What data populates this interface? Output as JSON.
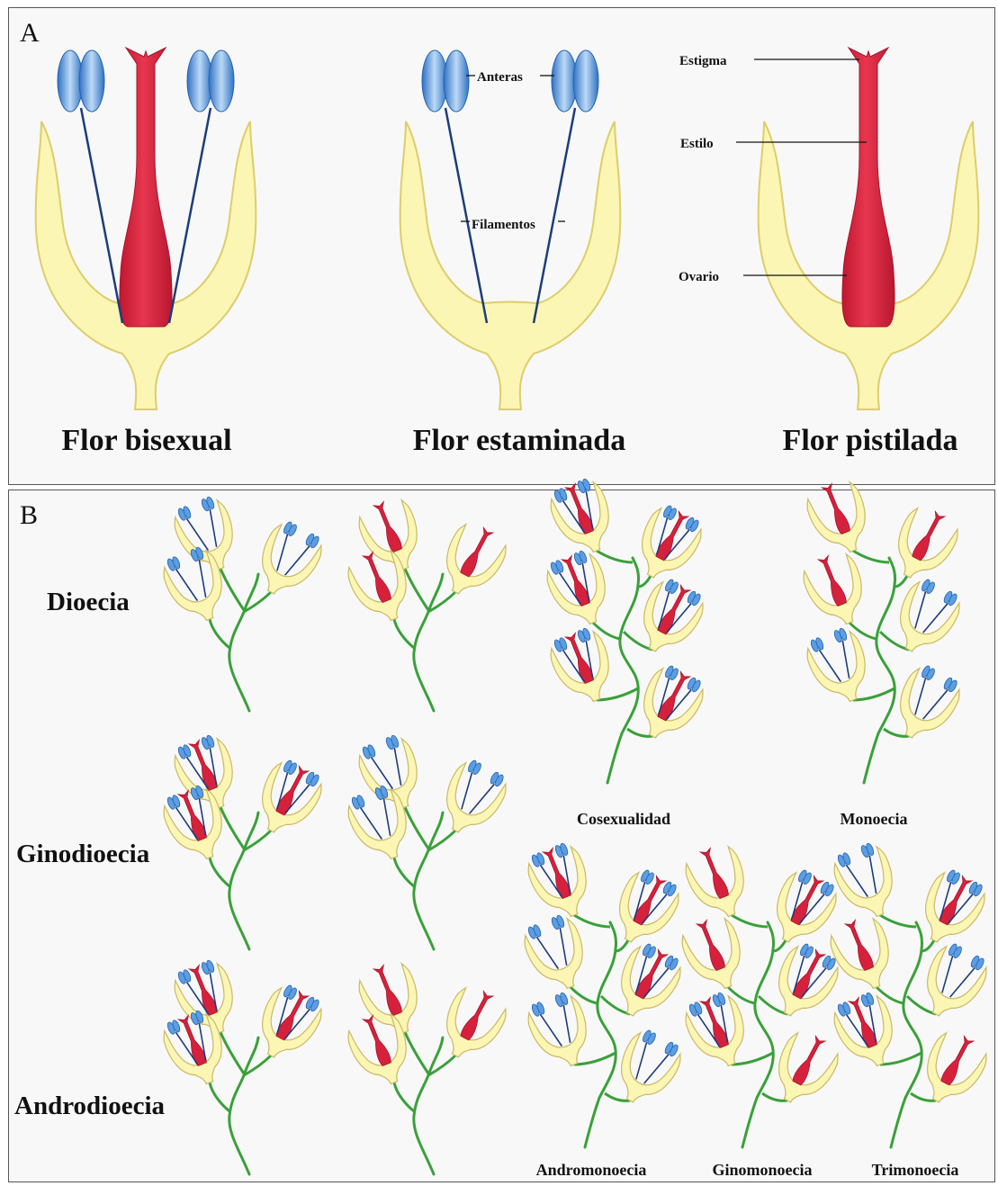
{
  "panel_a": {
    "label": "A",
    "flowers": [
      {
        "title": "Flor bisexual",
        "anthers": true,
        "pistil": true
      },
      {
        "title": "Flor estaminada",
        "anthers": true,
        "pistil": false
      },
      {
        "title": "Flor pistilada",
        "anthers": false,
        "pistil": true
      }
    ],
    "annotations": {
      "anteras": "Anteras",
      "filamentos": "Filamentos",
      "estigma": "Estigma",
      "estilo": "Estilo",
      "ovario": "Ovario"
    }
  },
  "panel_b": {
    "label": "B",
    "row_labels": [
      "Dioecia",
      "Ginodioecia",
      "Androdioecia"
    ],
    "column_labels": [
      "Cosexualidad",
      "Monoecia",
      "Andromonoecia",
      "Ginomonoecia",
      "Trimonoecia"
    ],
    "plants": [
      {
        "name": "dioecia-male",
        "flowers": [
          "m",
          "m",
          "m"
        ]
      },
      {
        "name": "dioecia-female",
        "flowers": [
          "f",
          "f",
          "f"
        ]
      },
      {
        "name": "ginodioecia-bisexual",
        "flowers": [
          "b",
          "b",
          "b"
        ]
      },
      {
        "name": "ginodioecia-male",
        "flowers": [
          "m",
          "m",
          "m"
        ]
      },
      {
        "name": "androdioecia-bisexual",
        "flowers": [
          "b",
          "b",
          "b"
        ]
      },
      {
        "name": "androdioecia-female",
        "flowers": [
          "f",
          "f",
          "f"
        ]
      },
      {
        "name": "cosexualidad",
        "flowers": [
          "b",
          "b",
          "b",
          "b",
          "b",
          "b"
        ]
      },
      {
        "name": "monoecia",
        "flowers": [
          "f",
          "f",
          "f",
          "m",
          "m",
          "m"
        ]
      },
      {
        "name": "andromonoecia",
        "flowers": [
          "b",
          "b",
          "m",
          "b",
          "m",
          "m"
        ]
      },
      {
        "name": "ginomonoecia",
        "flowers": [
          "f",
          "b",
          "f",
          "b",
          "b",
          "f"
        ]
      },
      {
        "name": "trimonoecia",
        "flowers": [
          "m",
          "b",
          "f",
          "m",
          "b",
          "f"
        ]
      }
    ]
  },
  "colors": {
    "perianth_fill": "#fcf6b4",
    "perianth_stroke": "#ddcd6a",
    "anther": "#4a8fd6",
    "filament": "#1d3d7a",
    "pistil": "#d6213d",
    "stem": "#3aa03a"
  }
}
